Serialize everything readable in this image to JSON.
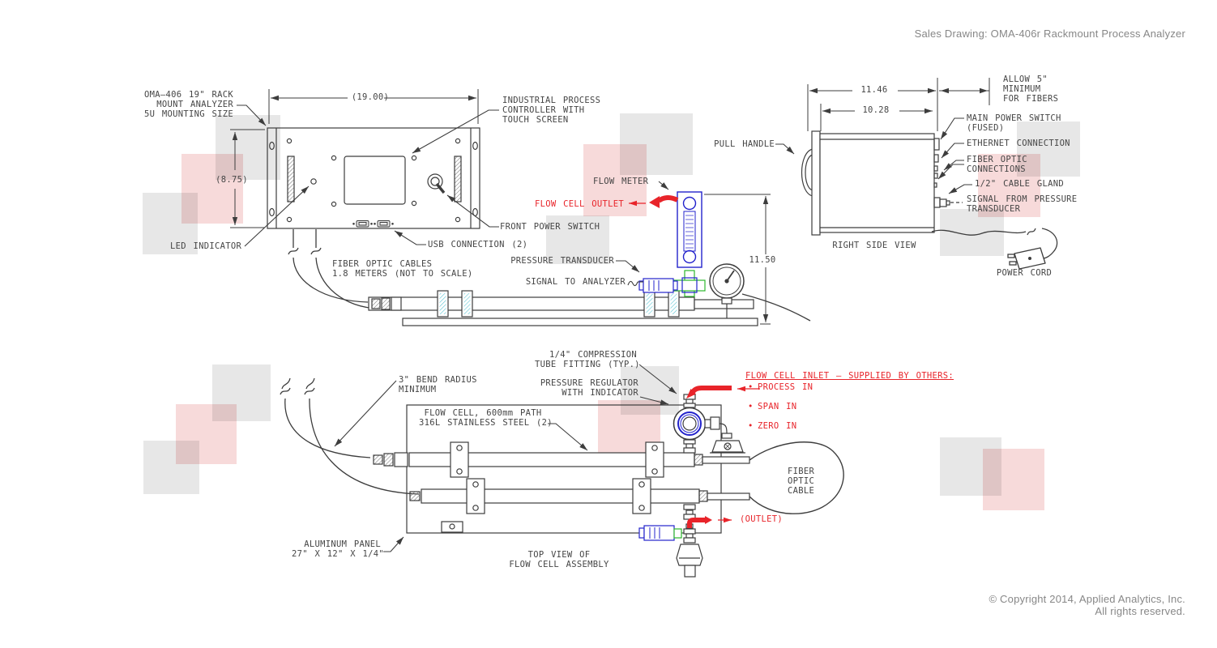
{
  "header": {
    "title": "Sales Drawing: OMA-406r Rackmount Process Analyzer"
  },
  "front_view": {
    "rack_label": {
      "line1": "OMA–406 19\" RACK",
      "line2": "MOUNT ANALYZER",
      "line3": "5U MOUNTING SIZE"
    },
    "dim_width": "(19.00)",
    "dim_height": "(8.75)",
    "controller_label": {
      "line1": "INDUSTRIAL PROCESS",
      "line2": "CONTROLLER WITH",
      "line3": "TOUCH SCREEN"
    },
    "led_label": "LED INDICATOR",
    "power_switch_label": "FRONT POWER SWITCH",
    "usb_label": "USB CONNECTION (2)",
    "fiber_label": {
      "line1": "FIBER OPTIC CABLES",
      "line2": "1.8 METERS (NOT TO SCALE)"
    }
  },
  "flow_side": {
    "flow_meter_label": "FLOW METER",
    "outlet_label": "FLOW CELL OUTLET",
    "transducer_label": "PRESSURE TRANSDUCER",
    "signal_label": "SIGNAL TO ANALYZER",
    "dim_height": "11.50"
  },
  "right_side_view": {
    "dim_outer": "11.46",
    "dim_inner": "10.28",
    "allow_label": {
      "line1": "ALLOW 5\"",
      "line2": "MINIMUM",
      "line3": "FOR FIBERS"
    },
    "pull_handle_label": "PULL HANDLE",
    "main_power_label": {
      "line1": "MAIN POWER SWITCH",
      "line2": "(FUSED)"
    },
    "ethernet_label": "ETHERNET CONNECTION",
    "fiber_conn_label": {
      "line1": "FIBER OPTIC",
      "line2": "CONNECTIONS"
    },
    "cable_gland_label": "1/2\" CABLE GLAND",
    "signal_label": {
      "line1": "SIGNAL FROM PRESSURE",
      "line2": "TRANSDUCER"
    },
    "view_label": "RIGHT SIDE VIEW",
    "power_cord_label": "POWER CORD"
  },
  "flow_top": {
    "compression_label": {
      "line1": "1/4\" COMPRESSION",
      "line2": "TUBE FITTING (TYP.)"
    },
    "regulator_label": {
      "line1": "PRESSURE REGULATOR",
      "line2": "WITH INDICATOR"
    },
    "inlet_heading": "FLOW CELL INLET – SUPPLIED BY OTHERS:",
    "inlet_items": [
      "PROCESS IN",
      "SPAN IN",
      "ZERO IN"
    ],
    "bend_label": {
      "line1": "3\" BEND RADIUS",
      "line2": "MINIMUM"
    },
    "flow_cell_label": {
      "line1": "FLOW CELL, 600mm PATH",
      "line2": "316L STAINLESS STEEL (2)"
    },
    "fiber_cable_label": {
      "line1": "FIBER",
      "line2": "OPTIC",
      "line3": "CABLE"
    },
    "outlet_label": "(OUTLET)",
    "panel_label": {
      "line1": "ALUMINUM PANEL",
      "line2": "27\" X 12\" X 1/4\""
    },
    "view_label": {
      "line1": "TOP VIEW OF",
      "line2": "FLOW CELL ASSEMBLY"
    }
  },
  "footer": {
    "copyright": "© Copyright 2014, Applied Analytics, Inc.",
    "rights": "All rights reserved."
  },
  "colors": {
    "line": "#3d3d3d",
    "red": "#e8242a",
    "blue": "#2323cc",
    "green": "#2db82d",
    "watermark_pink": "#f7dada",
    "watermark_gray": "#e7e7e7"
  }
}
